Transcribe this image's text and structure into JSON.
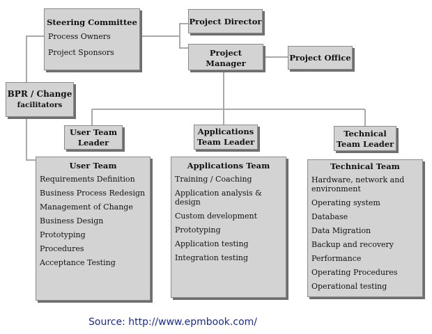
{
  "steering": {
    "title": "Steering Committee",
    "items": [
      "Process Owners",
      "Project Sponsors"
    ]
  },
  "project_director": "Project Director",
  "project_manager": [
    "Project",
    "Manager"
  ],
  "project_office": "Project Office",
  "bpr": [
    "BPR / Change",
    "facilitators"
  ],
  "leaders": {
    "user": [
      "User Team",
      "Leader"
    ],
    "applications": [
      "Applications",
      "Team Leader"
    ],
    "technical": [
      "Technical",
      "Team Leader"
    ]
  },
  "teams": {
    "user": {
      "title": "User Team",
      "items": [
        "Requirements Definition",
        "Business Process Redesign",
        "Management of Change",
        "Business Design",
        "Prototyping",
        "Procedures",
        "Acceptance Testing"
      ]
    },
    "applications": {
      "title": "Applications Team",
      "items": [
        "Training / Coaching",
        "Application analysis & design",
        "Custom development",
        "Prototyping",
        "Application testing",
        "Integration testing"
      ]
    },
    "technical": {
      "title": "Technical Team",
      "items": [
        "Hardware, network and environment",
        "Operating system",
        "Database",
        "Data Migration",
        "Backup and recovery",
        "Performance",
        "Operating Procedures",
        "Operational testing"
      ]
    }
  },
  "source": "Source: http://www.epmbook.com/"
}
